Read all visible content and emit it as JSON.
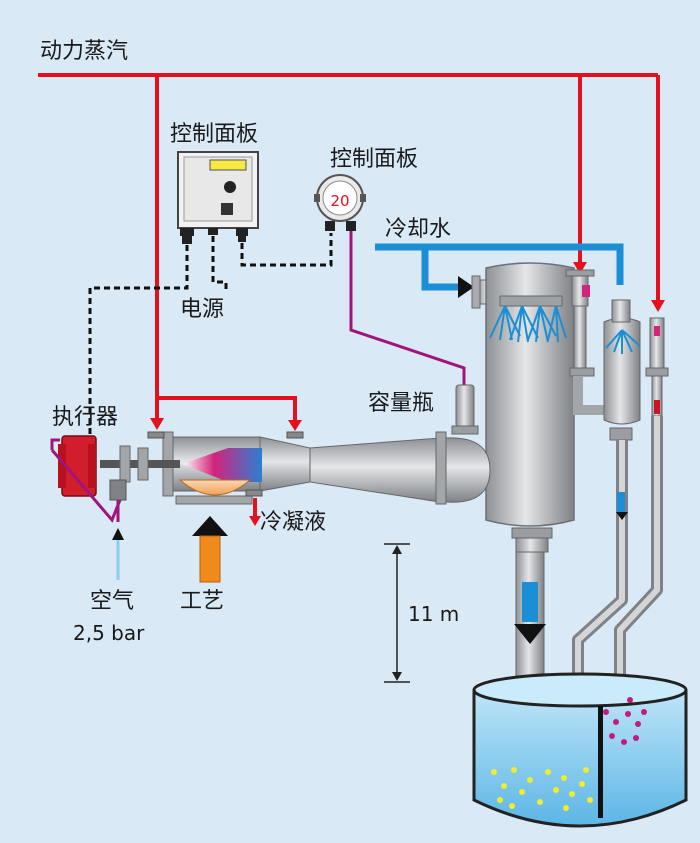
{
  "labels": {
    "steam": "动力蒸汽",
    "panel_main": "控制面板",
    "panel_gauge": "控制面板",
    "gauge_value": "20",
    "cooling_water": "冷却水",
    "power": "电源",
    "actuator": "执行器",
    "vessel": "容量瓶",
    "condensate": "冷凝液",
    "air": "空气",
    "air_pressure": "2,5 bar",
    "process": "工艺",
    "height": "11 m"
  },
  "colors": {
    "background": "#d9e9f5",
    "steam_line": "#e3101e",
    "cooling_water_line": "#1a8fd6",
    "signal_line": "#a0157c",
    "process_arrow": "#f08a1c",
    "pipe": "#b3b5b8",
    "water": "#8ccdf0"
  }
}
